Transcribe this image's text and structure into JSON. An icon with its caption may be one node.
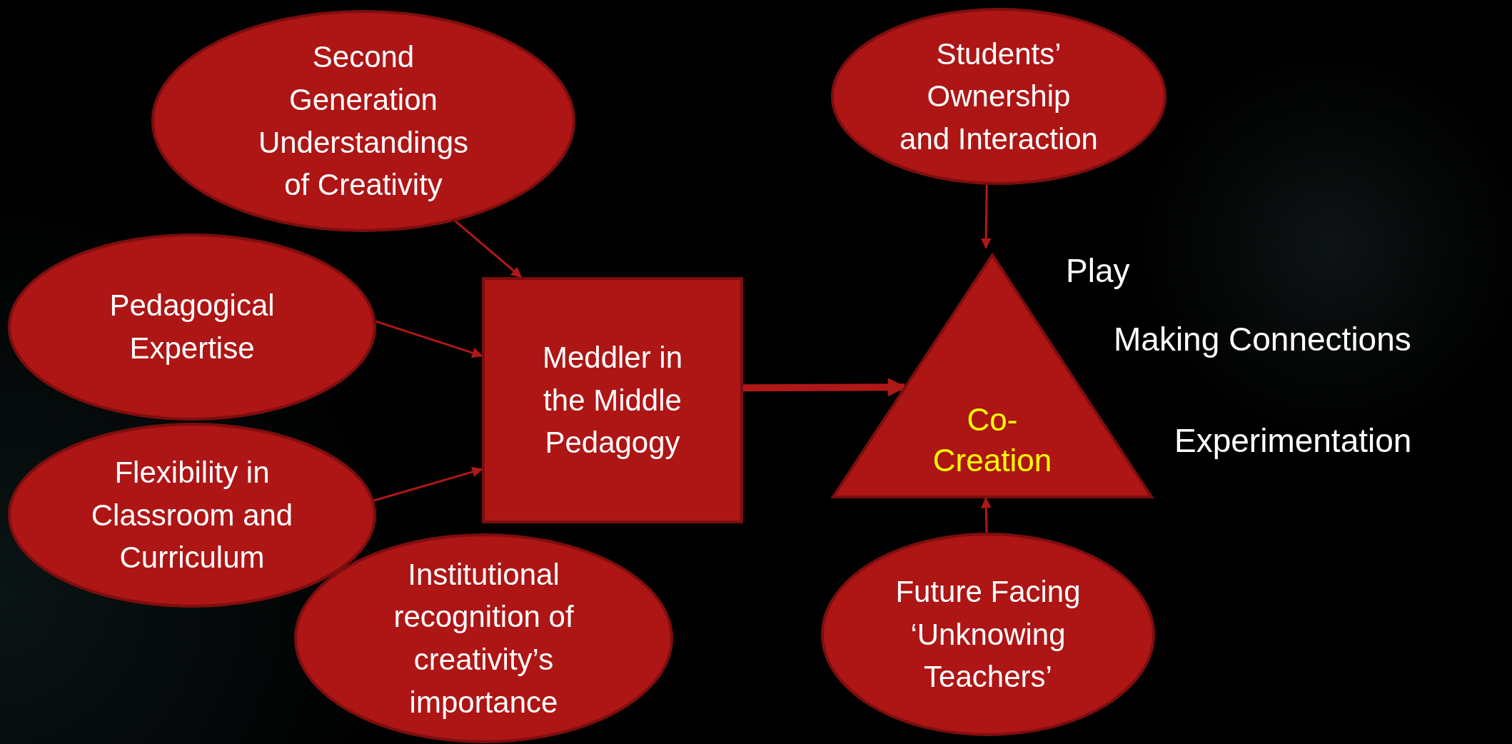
{
  "diagram": {
    "nodes": [
      {
        "text": [
          "Second Generation Understandings of Creativity"
        ]
      },
      {
        "text": [
          "Pedagogical Expertise"
        ]
      },
      {
        "text": [
          "Flexibility in Classroom and Curriculum"
        ]
      },
      {
        "text": [
          "Institutional recognition of creativity’s importance"
        ]
      },
      {
        "text": [
          "Meddler in the Middle Pedagogy"
        ]
      },
      {
        "text": [
          "Co- Creation"
        ]
      },
      {
        "text": [
          "Students’ Ownership and Interaction"
        ]
      },
      {
        "text": [
          "Future Facing ‘Unknowing Teachers’"
        ]
      }
    ],
    "edges": [
      {
        "from": 0,
        "to": 4,
        "arrow": "to"
      },
      {
        "from": 1,
        "to": 4,
        "arrow": "to"
      },
      {
        "from": 2,
        "to": 4,
        "arrow": "to"
      },
      {
        "from": 4,
        "to": 5,
        "arrow": "to",
        "style": "thick"
      },
      {
        "from": 6,
        "to": 5,
        "arrow": "to"
      },
      {
        "from": 7,
        "to": 5,
        "arrow": "to"
      }
    ],
    "labels": [
      "Play",
      "Making Connections",
      "Experimentation"
    ]
  }
}
